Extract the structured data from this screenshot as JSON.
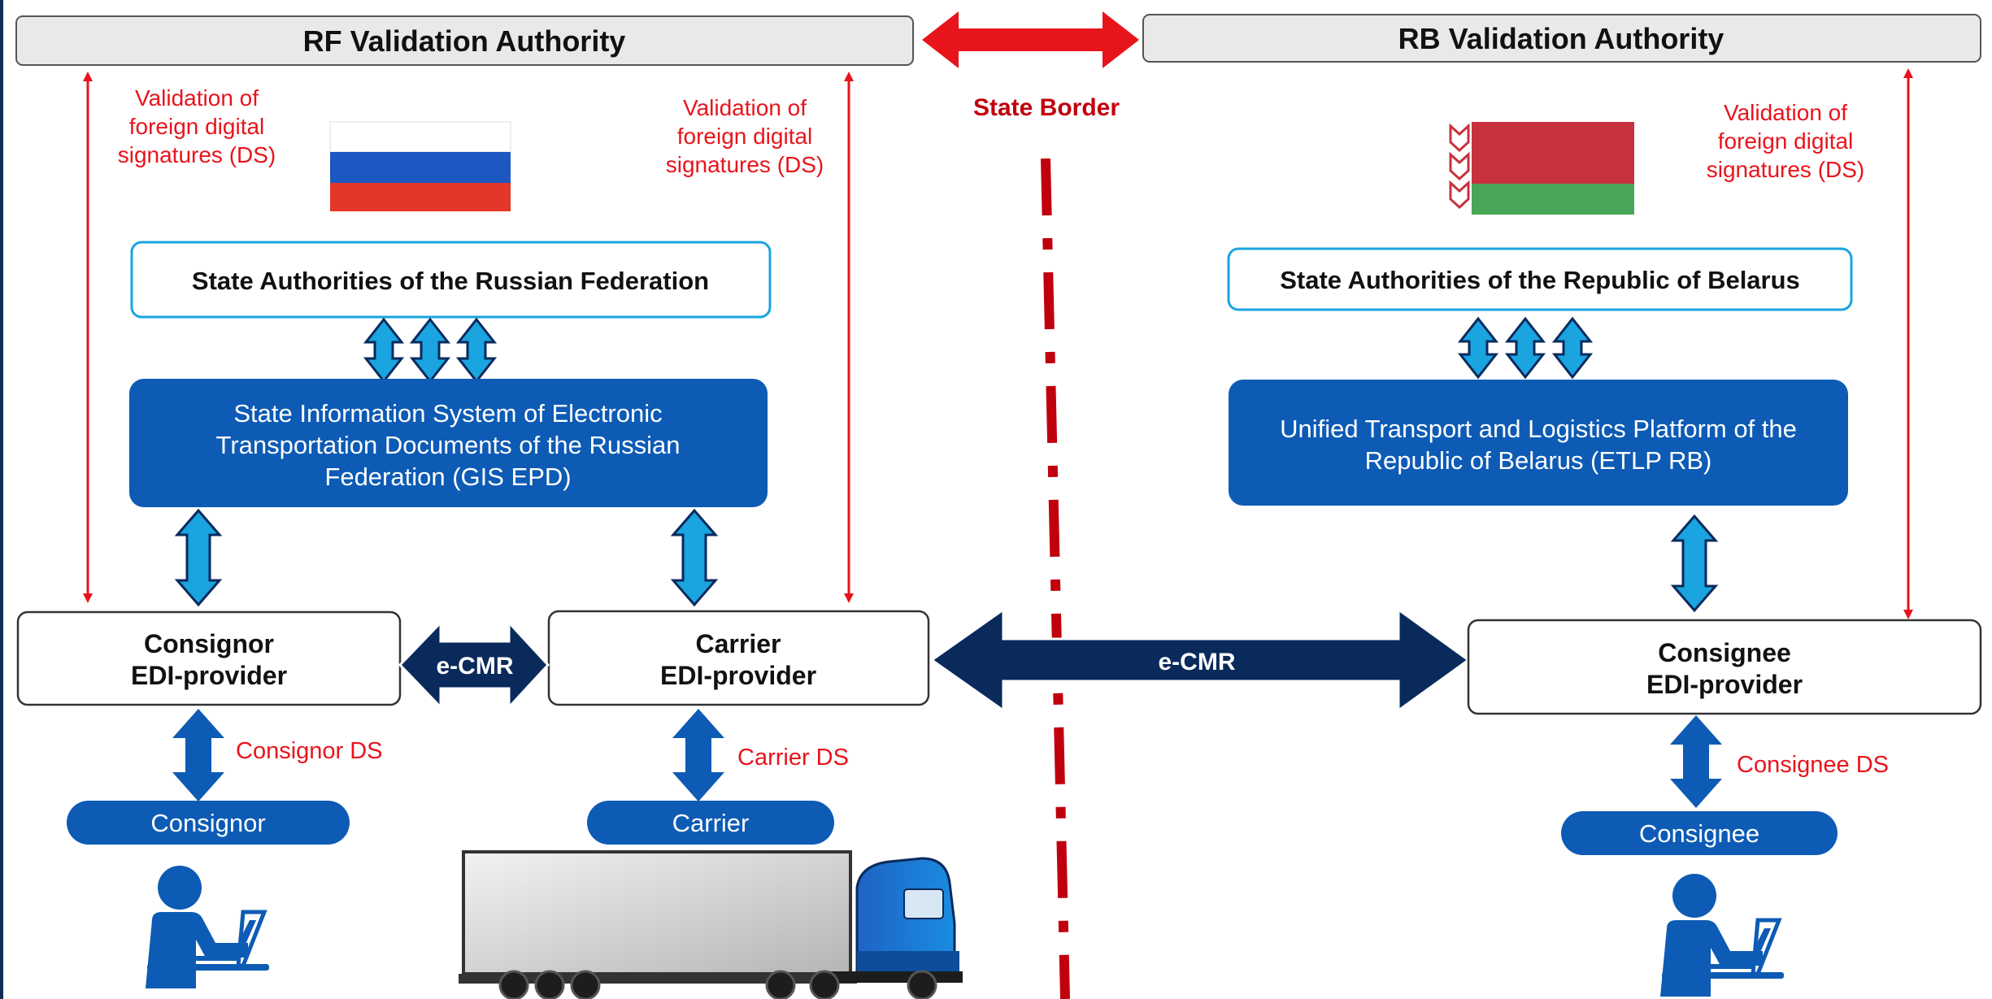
{
  "authorities": {
    "rf": "RF Validation Authority",
    "rb": "RB Validation Authority"
  },
  "border_label": "State Border",
  "validation_note": {
    "line1": "Validation of",
    "line2": "foreign digital",
    "line3": "signatures (DS)"
  },
  "rf": {
    "state_authorities": "State Authorities of the Russian Federation",
    "system": {
      "line1": "State Information System of Electronic",
      "line2": "Transportation Documents of the Russian",
      "line3": "Federation (GIS EPD)"
    },
    "consignor_provider": {
      "line1": "Consignor",
      "line2": "EDI-provider"
    },
    "carrier_provider": {
      "line1": "Carrier",
      "line2": "EDI-provider"
    },
    "consignor_ds": "Consignor DS",
    "carrier_ds": "Carrier DS",
    "consignor": "Consignor",
    "carrier": "Carrier"
  },
  "rb": {
    "state_authorities": "State Authorities of the Republic of Belarus",
    "platform": {
      "line1": "Unified Transport and Logistics Platform of the",
      "line2": "Republic of Belarus (ETLP RB)"
    },
    "consignee_provider": {
      "line1": "Consignee",
      "line2": "EDI-provider"
    },
    "consignee_ds": "Consignee DS",
    "consignee": "Consignee"
  },
  "ecmr_small": "e-CMR",
  "ecmr_large": "e-CMR",
  "colors": {
    "red": "#e8141c",
    "dark_red": "#c0000d",
    "navy": "#0a2a5c",
    "blue": "#0d5bb5",
    "light_blue": "#1aa4e0",
    "grey_bar": "#e9e9e9"
  },
  "icons": [
    "russian-flag-icon",
    "belarus-flag-icon",
    "person-laptop-icon",
    "truck-icon"
  ]
}
